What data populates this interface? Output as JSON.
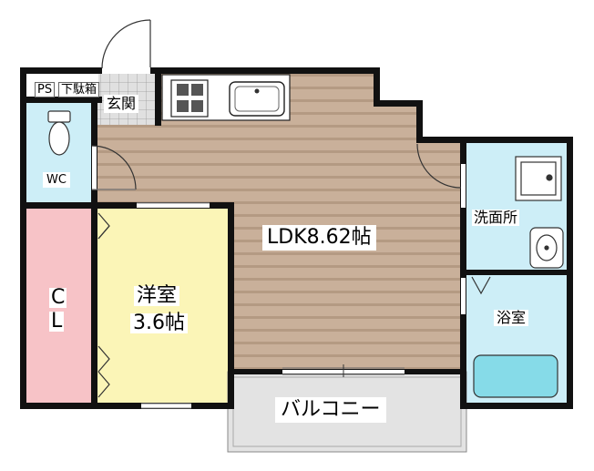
{
  "rooms": {
    "ps": "PS",
    "shoe_box": "下駄箱",
    "entrance": "玄関",
    "wc": "WC",
    "closet_c": "C",
    "closet_l": "L",
    "western_name": "洋室",
    "western_size": "3.6帖",
    "ldk": "LDK8.62帖",
    "washroom": "洗面所",
    "bathroom": "浴室",
    "balcony": "バルコニー"
  },
  "colors": {
    "wall": "#111111",
    "ldk_floor": "#c9b09a",
    "ldk_stripe": "#b19780",
    "wet_area": "#cdeef7",
    "closet": "#f7c3c7",
    "western": "#fbf5b7",
    "balcony": "#e3e3e3",
    "entrance": "#dddddd",
    "tub": "#86dbe8"
  }
}
